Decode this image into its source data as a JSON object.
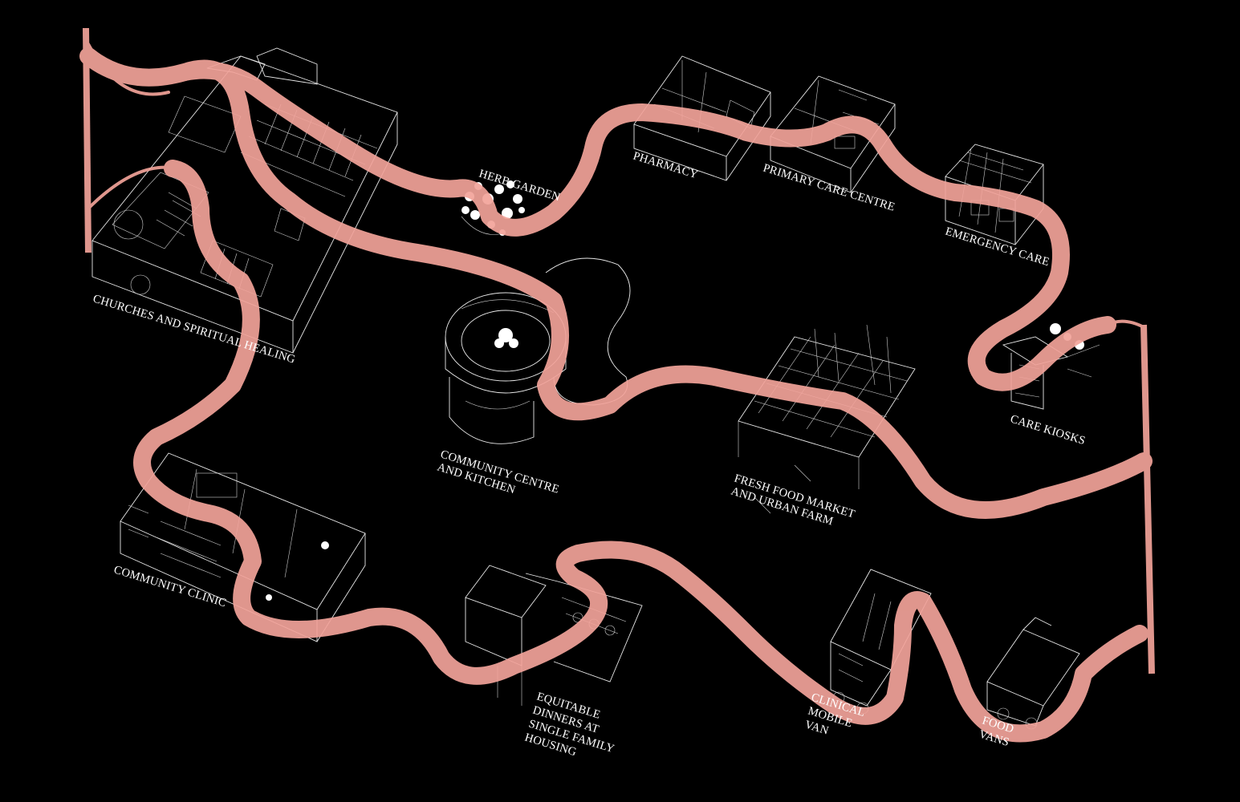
{
  "colors": {
    "background": "#000000",
    "ribbon": "#f2a39a",
    "linework": "#e8e8e8",
    "label": "#ffffff"
  },
  "labels": {
    "herb_garden": "HERB GARDEN",
    "pharmacy": "PHARMACY",
    "primary_care": "PRIMARY CARE CENTRE",
    "emergency_care": "EMERGENCY CARE",
    "churches": "CHURCHES AND SPIRITUAL HEALING",
    "community_centre": [
      "COMMUNITY CENTRE",
      "AND KITCHEN"
    ],
    "fresh_food": [
      "FRESH FOOD MARKET",
      "AND URBAN FARM"
    ],
    "care_kiosks": "CARE KIOSKS",
    "community_clinic": "COMMUNITY CLINIC",
    "equitable_dinners": [
      "EQUITABLE",
      "DINNERS AT",
      "SINGLE FAMILY",
      "HOUSING"
    ],
    "clinical_van": [
      "CLINICAL",
      "MOBILE",
      "VAN"
    ],
    "food_vans": [
      "FOOD",
      "VANS"
    ]
  }
}
